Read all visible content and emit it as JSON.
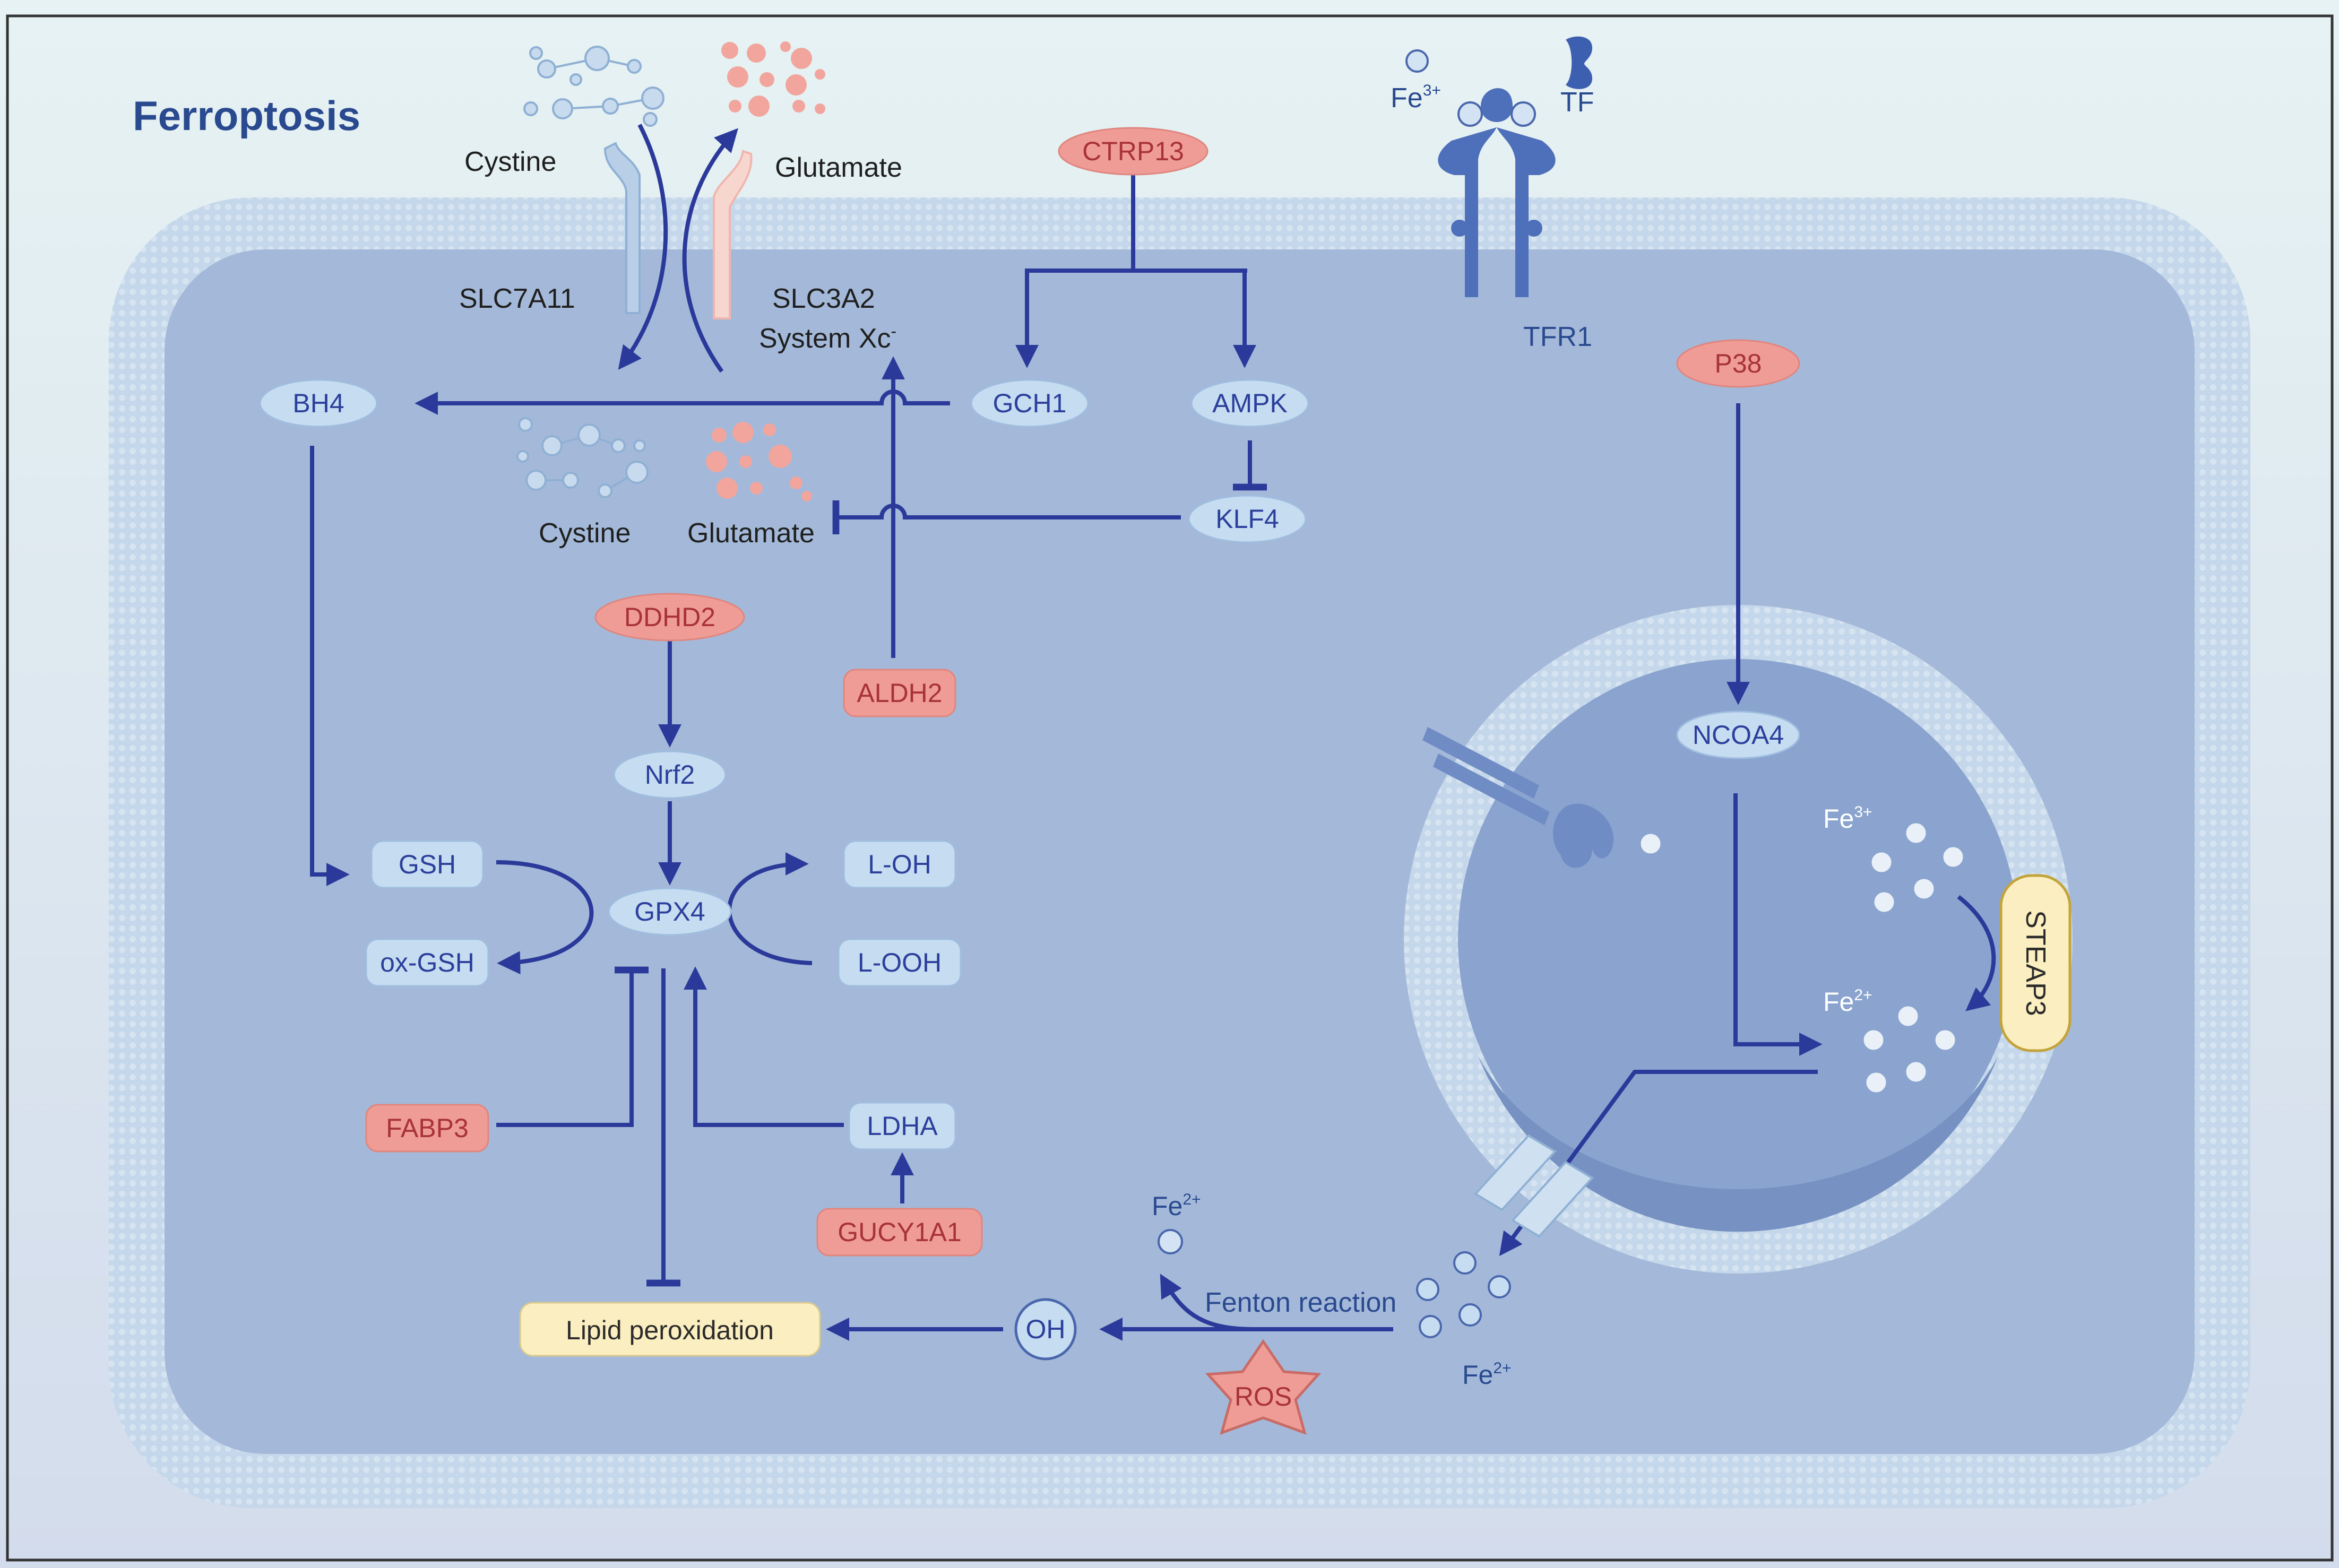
{
  "title": "Ferroptosis",
  "colors": {
    "background_top": "#e6f2f3",
    "background_bottom": "#d3dcec",
    "membrane": "#c5d7ea",
    "cytoplasm": "#a4b9d9",
    "nucleus": "#8aa4cf",
    "arrow": "#2b3a9a",
    "node_blue_fill": "#c6dcf0",
    "node_red_fill": "#ef9c97",
    "node_yellow_fill": "#fbeec0"
  },
  "labels": {
    "cystine_outside": "Cystine",
    "glutamate_outside": "Glutamate",
    "slc7a11": "SLC7A11",
    "slc3a2": "SLC3A2",
    "system_xc": "System Xc",
    "system_xc_sup": "-",
    "cystine_inside": "Cystine",
    "glutamate_inside": "Glutamate",
    "fe3_outside": "Fe",
    "fe3_outside_sup": "3+",
    "tf": "TF",
    "tfr1": "TFR1",
    "fe3_nucleus": "Fe",
    "fe3_nucleus_sup": "3+",
    "fe2_nucleus": "Fe",
    "fe2_nucleus_sup": "2+",
    "fe2_free": "Fe",
    "fe2_free_sup": "2+",
    "fe2_bottom": "Fe",
    "fe2_bottom_sup": "2+",
    "fenton": "Fenton reaction"
  },
  "nodes": {
    "ctrp13": "CTRP13",
    "gch1": "GCH1",
    "ampk": "AMPK",
    "klf4": "KLF4",
    "bh4": "BH4",
    "p38": "P38",
    "ddhd2": "DDHD2",
    "aldh2": "ALDH2",
    "nrf2": "Nrf2",
    "ncoa4": "NCOA4",
    "gsh": "GSH",
    "gpx4": "GPX4",
    "loh": "L-OH",
    "oxgsh": "ox-GSH",
    "looh": "L-OOH",
    "fabp3": "FABP3",
    "ldha": "LDHA",
    "gucy1a1": "GUCY1A1",
    "lipid_peroxidation": "Lipid peroxidation",
    "oh": "OH",
    "ros": "ROS",
    "steap3": "STEAP3"
  }
}
